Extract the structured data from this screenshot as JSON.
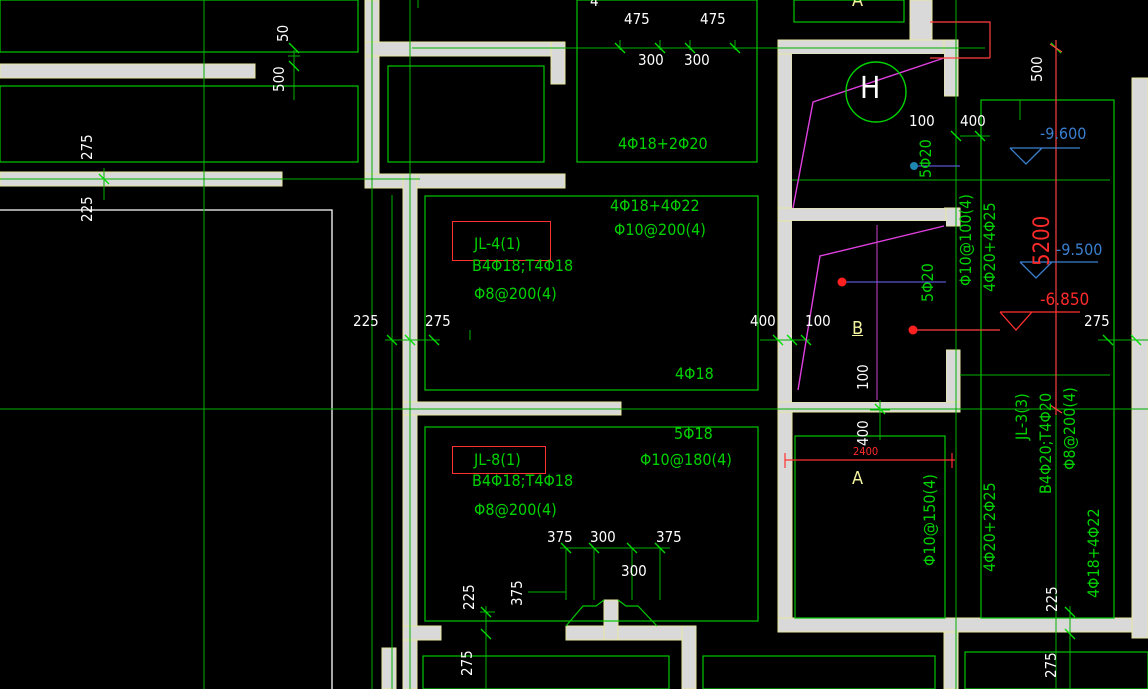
{
  "dims": {
    "d50": "50",
    "d500a": "500",
    "d275a": "275",
    "d225a": "225",
    "d475a": "475",
    "d475b": "475",
    "d300a": "300",
    "d300b": "300",
    "d225b": "225",
    "d275b": "275",
    "d400a": "400",
    "d100a": "100",
    "d100b": "100",
    "d400b": "400",
    "d500b": "500",
    "d275c": "275",
    "d100c": "100",
    "d400c": "400",
    "d2400": "2400",
    "d375a": "375",
    "d300c": "300",
    "d375b": "375",
    "d300d": "300",
    "d375c": "375",
    "d225c": "225",
    "d275d": "275",
    "d225d": "225",
    "d275e": "275",
    "d4": "4"
  },
  "beams": {
    "top_bar": "4Φ18+2Φ20",
    "mid_top1": "4Φ18+4Φ22",
    "mid_top2": "Φ10@200(4)",
    "jl4_tag": "JL-4(1)",
    "jl4_main": "B4Φ18;T4Φ18",
    "jl4_stirrup": "Φ8@200(4)",
    "bottom_4f18": "4Φ18",
    "f5_18": "5Φ18",
    "f10_180": "Φ10@180(4)",
    "jl8_tag": "JL-8(1)",
    "jl8_main": "B4Φ18;T4Φ18",
    "jl8_stirrup": "Φ8@200(4)",
    "v_5f20a": "5Φ20",
    "v_f10_100": "Φ10@100(4)",
    "v_4f20_4f25": "4Φ20+4Φ25",
    "v_5f20b": "5Φ20",
    "v_jl3": "JL-3(3)",
    "v_jl3_main": "B4Φ20;T4Φ20",
    "v_jl3_stirrup": "Φ8@200(4)",
    "v_f10_150": "Φ10@150(4)",
    "v_4f20_2f25": "4Φ20+2Φ25",
    "v_4f18_4f22": "4Φ18+4Φ22"
  },
  "sections": {
    "A_top": "A",
    "A_bottom": "A",
    "B": "B",
    "H": "H"
  },
  "elevations": {
    "e9600": "-9.600",
    "e9500": "-9.500",
    "e6850": "-6.850",
    "e5200": "5200"
  },
  "colors": {
    "background": "#000000",
    "wall_fill": "#d9d9d9",
    "green": "#00d200",
    "white": "#ffffff",
    "red": "#ff2a2a",
    "magenta": "#e040e0",
    "blue": "#3a7fd0"
  }
}
